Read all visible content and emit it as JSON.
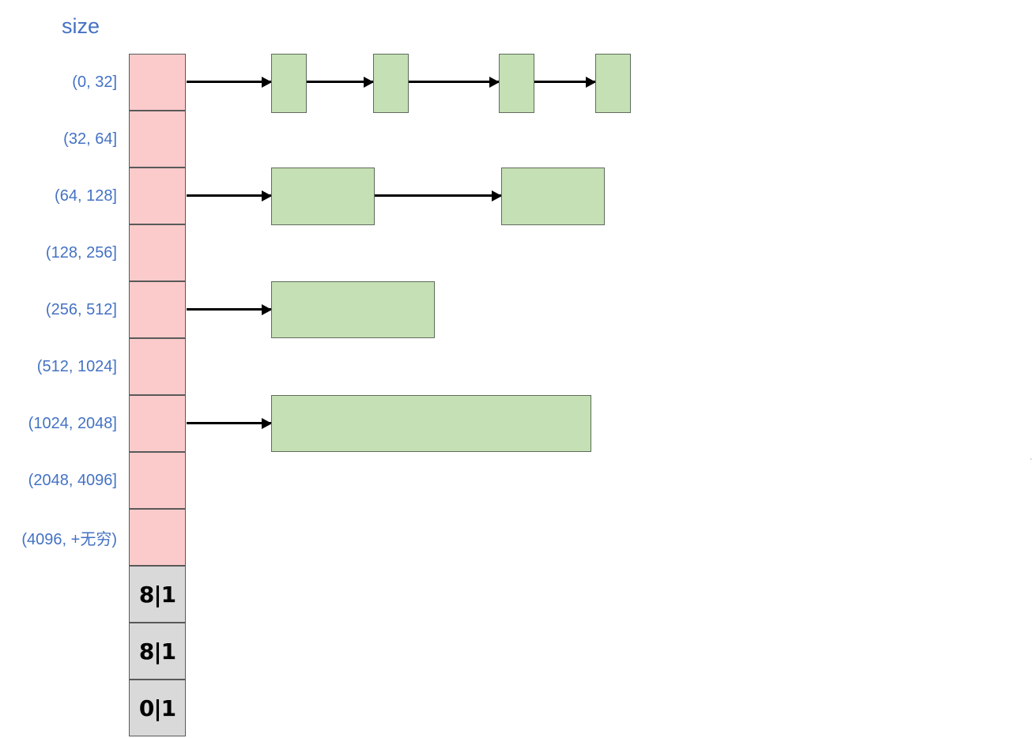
{
  "diagram": {
    "title": "size",
    "buckets": [
      {
        "label": "(0, 32]",
        "blocks": 4,
        "block_width": 45,
        "has_arrow": true
      },
      {
        "label": "(32, 64]",
        "blocks": 0,
        "block_width": 0,
        "has_arrow": false
      },
      {
        "label": "(64, 128]",
        "blocks": 2,
        "block_width": 131,
        "has_arrow": true
      },
      {
        "label": "(128, 256]",
        "blocks": 0,
        "block_width": 0,
        "has_arrow": false
      },
      {
        "label": "(256, 512]",
        "blocks": 1,
        "block_width": 207,
        "has_arrow": true
      },
      {
        "label": "(512, 1024]",
        "blocks": 0,
        "block_width": 0,
        "has_arrow": false
      },
      {
        "label": "(1024, 2048]",
        "blocks": 1,
        "block_width": 405,
        "has_arrow": true
      },
      {
        "label": "(2048, 4096]",
        "blocks": 0,
        "block_width": 0,
        "has_arrow": false
      },
      {
        "label": "(4096, +无穷)",
        "blocks": 0,
        "block_width": 0,
        "has_arrow": false
      }
    ],
    "footer_cells": [
      {
        "text": "8|1"
      },
      {
        "text": "8|1"
      },
      {
        "text": "0|1"
      }
    ],
    "colors": {
      "label_blue": "#4472C4",
      "bucket_pink": "#FBCBCB",
      "footer_gray": "#D9D9D9",
      "block_green": "#C5E0B4",
      "border_dark": "#595959",
      "arrow_black": "#000000"
    }
  }
}
